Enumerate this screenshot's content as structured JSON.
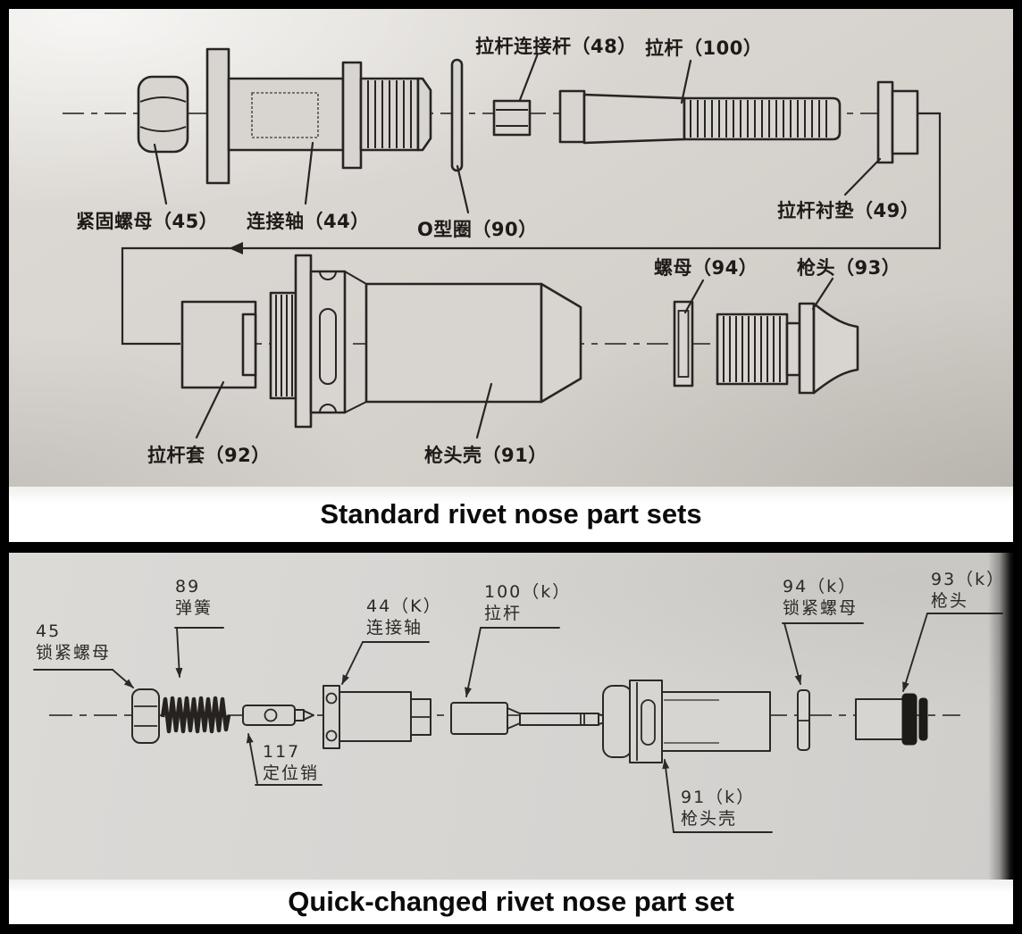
{
  "standard": {
    "title": "Standard rivet nose part sets",
    "labels": {
      "rod_connector_48": "拉杆连接杆（48）",
      "rod_100": "拉杆（100）",
      "fastening_nut_45": "紧固螺母（45）",
      "connecting_shaft_44": "连接轴（44）",
      "o_ring_90": "O型圈（90）",
      "rod_washer_49": "拉杆衬垫（49）",
      "nut_94": "螺母（94）",
      "gun_head_93": "枪头（93）",
      "rod_sleeve_92": "拉杆套（92）",
      "gun_head_shell_91": "枪头壳（91）"
    }
  },
  "quick": {
    "title": "Quick-changed rivet nose part set",
    "labels": {
      "lock_nut_45": {
        "num": "45",
        "name": "锁紧螺母"
      },
      "spring_89": {
        "num": "89",
        "name": "弹簧"
      },
      "positioning_pin_117": {
        "num": "117",
        "name": "定位销"
      },
      "connecting_shaft_44k": {
        "num": "44（K）",
        "name": "连接轴"
      },
      "rod_100k": {
        "num": "100（k）",
        "name": "拉杆"
      },
      "gun_head_shell_91k": {
        "num": "91（k）",
        "name": "枪头壳"
      },
      "lock_nut_94k": {
        "num": "94（k）",
        "name": "锁紧螺母"
      },
      "gun_head_93k": {
        "num": "93（k）",
        "name": "枪头"
      }
    }
  }
}
